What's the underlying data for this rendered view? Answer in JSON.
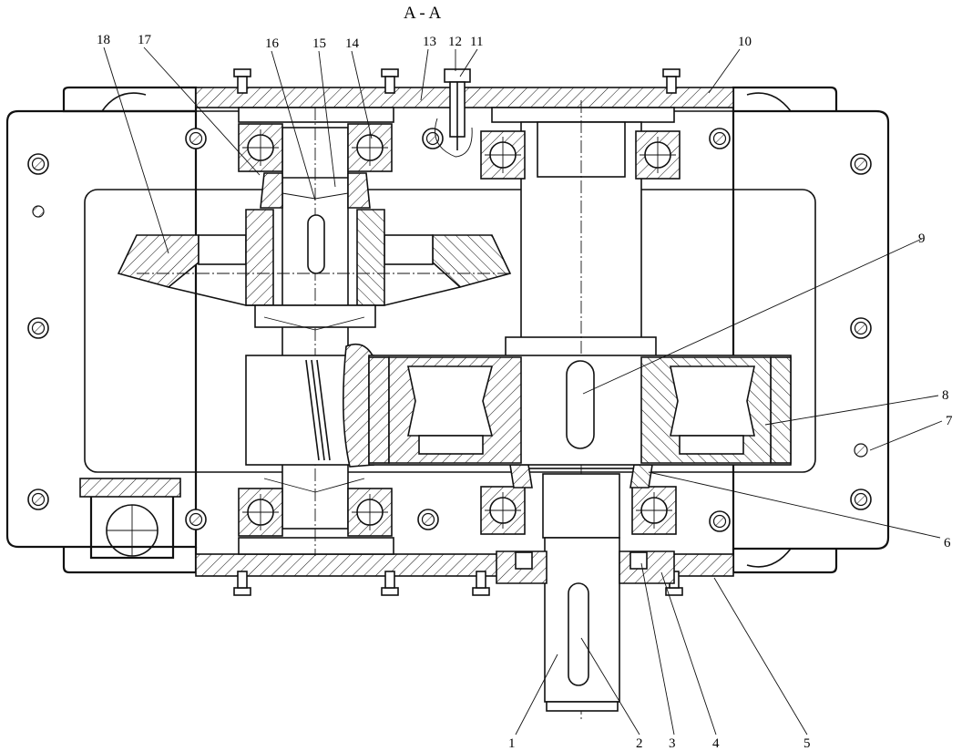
{
  "title": "A - A",
  "callouts": [
    {
      "n": "1"
    },
    {
      "n": "2"
    },
    {
      "n": "3"
    },
    {
      "n": "4"
    },
    {
      "n": "5"
    },
    {
      "n": "6"
    },
    {
      "n": "7"
    },
    {
      "n": "8"
    },
    {
      "n": "9"
    },
    {
      "n": "10"
    },
    {
      "n": "11"
    },
    {
      "n": "12"
    },
    {
      "n": "13"
    },
    {
      "n": "14"
    },
    {
      "n": "15"
    },
    {
      "n": "16"
    },
    {
      "n": "17"
    },
    {
      "n": "18"
    }
  ]
}
